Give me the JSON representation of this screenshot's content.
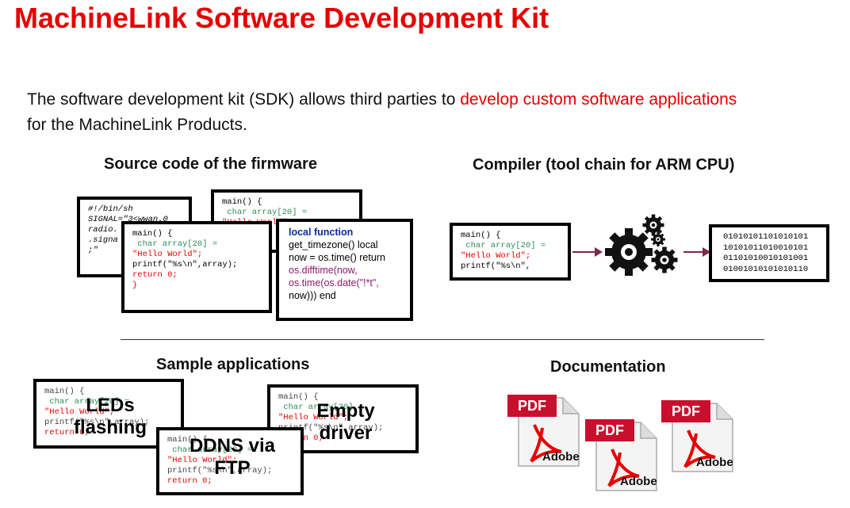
{
  "title": "MachineLink Software Development Kit",
  "intro": {
    "part1": "The software development kit (SDK) allows third parties to ",
    "highlight": "develop custom software applications",
    "part2": "for the MachineLink Products."
  },
  "sections": {
    "source_code": "Source code of the firmware",
    "compiler": "Compiler (tool chain for ARM CPU)",
    "samples": "Sample applications",
    "documentation": "Documentation"
  },
  "code": {
    "shell_lines": [
      "#!/bin/sh",
      "SIGNAL=\"3<wwan.0",
      "radio.",
      ".signa",
      ";\""
    ],
    "main_line": "main() {",
    "decl_line": " char array[20] =",
    "hello_line": "\"Hello World\";",
    "printf_line": "printf(\"%s\\n\",array);",
    "printf_short": "printf(\"%s\\n\",",
    "return_line": "return 0;",
    "close_line": "}",
    "lua_lines": [
      "local function",
      "get_timezone() local",
      "now = os.time() return",
      "os.difftime(now,",
      "os.time(os.date(\"!*t\",",
      "now))) end"
    ],
    "binary_lines": [
      "01010101101010101",
      "10101011010010101",
      "01101010010101001",
      "01001010101010110"
    ]
  },
  "samples": {
    "leds": "LEDs\nflashing",
    "ddns": "DDNS via\nFTP",
    "empty": "Empty\ndriver"
  },
  "pdf": {
    "badge": "PDF",
    "brand": "Adobe"
  },
  "colors": {
    "accent": "#e60000"
  }
}
